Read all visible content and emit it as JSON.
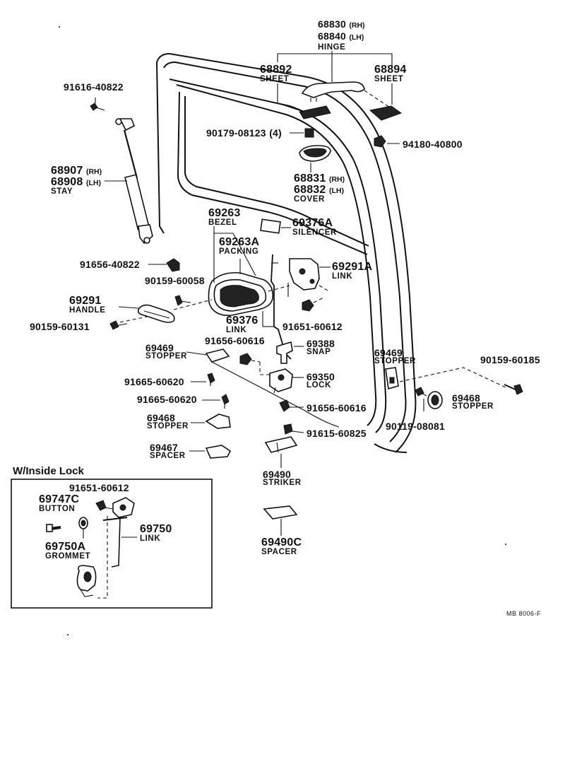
{
  "diagram_code": "MB 8006-F",
  "inset_title": "W/Inside  Lock",
  "parts": {
    "hinge": {
      "part_numbers": [
        "68830",
        "68840"
      ],
      "sides": [
        "(RH)",
        "(LH)"
      ],
      "name": "HINGE"
    },
    "sheet_left": {
      "part_number": "68892",
      "name": "SHEET"
    },
    "sheet_right": {
      "part_number": "68894",
      "name": "SHEET"
    },
    "bolt_top": {
      "part_number": "91616-40822"
    },
    "nut_4": {
      "part_number": "90179-08123",
      "qty": "(4)"
    },
    "nut_right": {
      "part_number": "94180-40800"
    },
    "cover": {
      "part_numbers": [
        "68831",
        "68832"
      ],
      "sides": [
        "(RH)",
        "(LH)"
      ],
      "name": "COVER"
    },
    "stay": {
      "part_numbers": [
        "68907",
        "68908"
      ],
      "sides": [
        "(RH)",
        "(LH)"
      ],
      "name": "STAY"
    },
    "bezel": {
      "part_number": "69263",
      "name": "BEZEL"
    },
    "silencer": {
      "part_number": "69376A",
      "name": "SILENCER"
    },
    "packing": {
      "part_number": "69263A",
      "name": "PACKING"
    },
    "link_a": {
      "part_number": "69291A",
      "name": "LINK"
    },
    "bolt_stay": {
      "part_number": "91656-40822"
    },
    "screw_handle": {
      "part_number": "90159-60058"
    },
    "handle": {
      "part_number": "69291",
      "name": "HANDLE"
    },
    "screw_left": {
      "part_number": "90159-60131"
    },
    "link": {
      "part_number": "69376",
      "name": "LINK"
    },
    "bolt_link": {
      "part_number": "91651-60612"
    },
    "stopper_l": {
      "part_number": "69469",
      "name": "STOPPER"
    },
    "bolt_lock": {
      "part_number": "91656-60616"
    },
    "snap": {
      "part_number": "69388",
      "name": "SNAP"
    },
    "stopper_r": {
      "part_number": "69469",
      "name": "STOPPER"
    },
    "screw_right": {
      "part_number": "90159-60185"
    },
    "screw_a": {
      "part_number": "91665-60620"
    },
    "lock": {
      "part_number": "69350",
      "name": "LOCK"
    },
    "screw_b": {
      "part_number": "91665-60620"
    },
    "stopper_468": {
      "part_number": "69468",
      "name": "STOPPER"
    },
    "bolt_616": {
      "part_number": "91656-60616"
    },
    "stopper_468r": {
      "part_number": "69468",
      "name": "STOPPER"
    },
    "washer": {
      "part_number": "90119-08081"
    },
    "bolt_striker": {
      "part_number": "91615-60825"
    },
    "spacer": {
      "part_number": "69467",
      "name": "SPACER"
    },
    "striker": {
      "part_number": "69490",
      "name": "STRIKER"
    },
    "spacer_c": {
      "part_number": "69490C",
      "name": "SPACER"
    },
    "inset_bolt": {
      "part_number": "91651-60612"
    },
    "button": {
      "part_number": "69747C",
      "name": "BUTTON"
    },
    "inset_link": {
      "part_number": "69750",
      "name": "LINK"
    },
    "grommet": {
      "part_number": "69750A",
      "name": "GROMMET"
    }
  }
}
